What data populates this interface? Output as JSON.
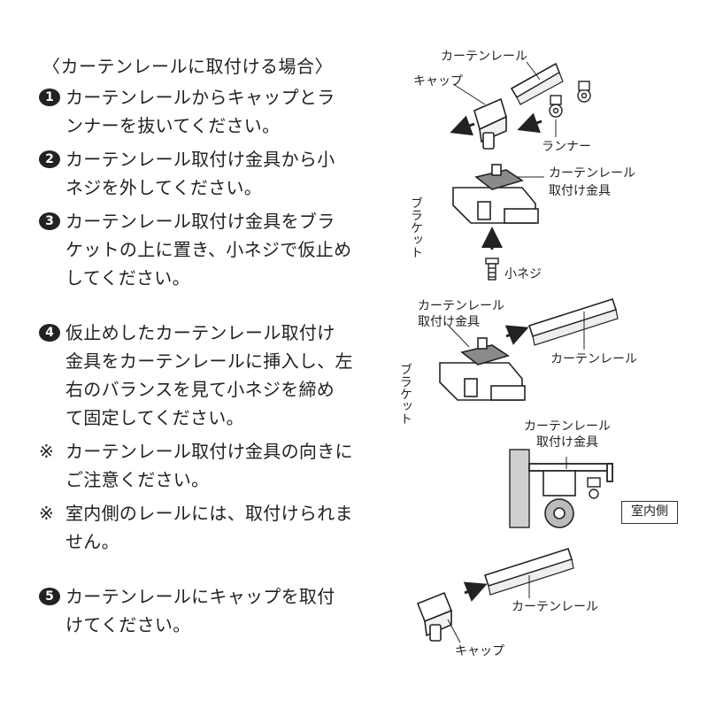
{
  "instructions": {
    "heading": "〈カーテンレールに取付ける場合〉",
    "steps": [
      {
        "marker": "1",
        "text": "カーテンレールからキャップとラ\nンナーを抜いてください。"
      },
      {
        "marker": "2",
        "text": "カーテンレール取付け金具から小\nネジを外してください。"
      },
      {
        "marker": "3",
        "text": "カーテンレール取付け金具をブラ\nケットの上に置き、小ネジで仮止め\nしてください。"
      },
      {
        "marker": "4",
        "text": "仮止めしたカーテンレール取付け\n金具をカーテンレールに挿入し、左\n右のバランスを見て小ネジを締め\nて固定してください。"
      },
      {
        "marker": "※",
        "text": "カーテンレール取付け金具の向きに\nご注意ください。"
      },
      {
        "marker": "※",
        "text": "室内側のレールには、取付けられま\nせん。"
      },
      {
        "marker": "5",
        "text": "カーテンレールにキャップを取付\nけてください。"
      }
    ]
  },
  "diagram_labels": {
    "rail": "カーテンレール",
    "cap": "キャップ",
    "runner": "ランナー",
    "fitting_line1": "カーテンレール",
    "fitting_line2": "取付け金具",
    "bracket": "ブラケット",
    "screw": "小ネジ",
    "fitting2_line1": "カーテンレール",
    "fitting2_line2": "取付け金具",
    "rail2": "カーテンレール",
    "bracket2": "ブラケット",
    "fitting3_line1": "カーテンレール",
    "fitting3_line2": "取付け金具",
    "room_side": "室内側",
    "rail3": "カーテンレール",
    "cap2": "キャップ"
  }
}
